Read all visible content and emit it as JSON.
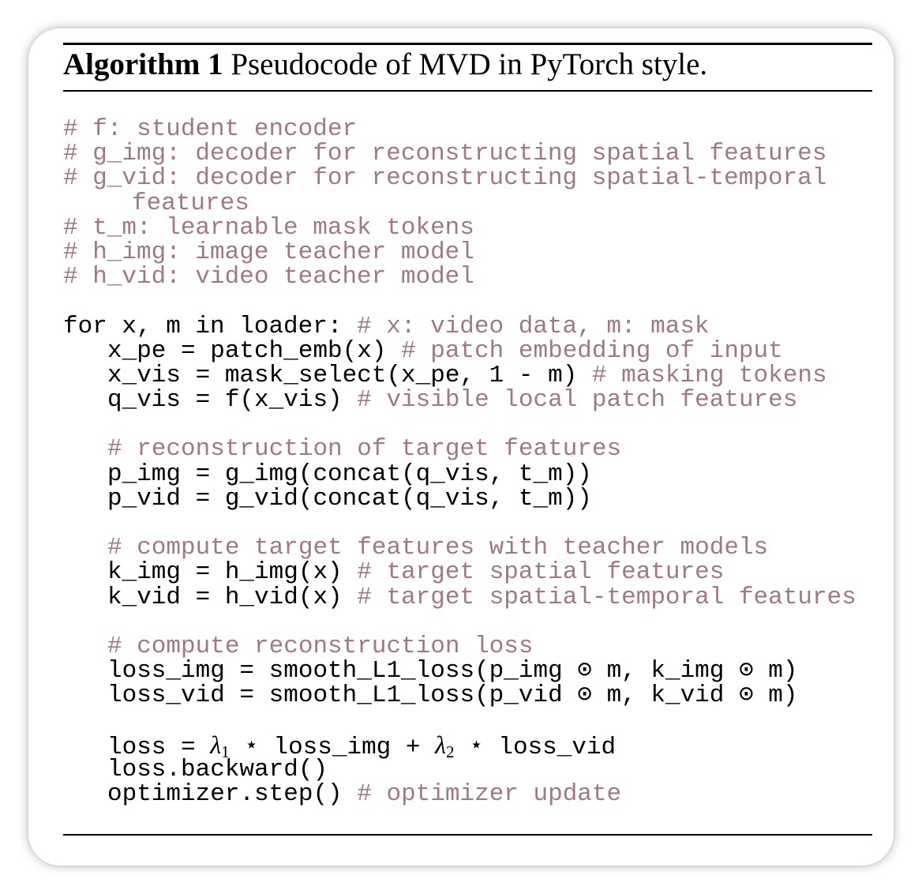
{
  "algorithm": {
    "label": "Algorithm 1",
    "caption": "Pseudocode of MVD in PyTorch style."
  },
  "code": {
    "c1": "# f: student encoder",
    "c2": "# g_img: decoder for reconstructing spatial features",
    "c3a": "# g_vid: decoder for reconstructing spatial-temporal",
    "c3b": "features",
    "c4": "# t_m: learnable mask tokens",
    "c5": "# h_img: image teacher model",
    "c6": "# h_vid: video teacher model",
    "loop_code": "for x, m in loader: ",
    "loop_comment": "# x: video data, m: mask",
    "pe_code": "x_pe = patch_emb(x) ",
    "pe_comment": "# patch embedding of input",
    "vis_code": "x_vis = mask_select(x_pe, 1 - m) ",
    "vis_comment": "# masking tokens",
    "q_code": "q_vis = f(x_vis) ",
    "q_comment": "# visible local patch features",
    "recon_comment": "# reconstruction of target features",
    "p_img": "p_img = g_img(concat(q_vis, t_m))",
    "p_vid": "p_vid = g_vid(concat(q_vis, t_m))",
    "teacher_comment": "# compute target features with teacher models",
    "k_img_code": "k_img = h_img(x) ",
    "k_img_comment": "# target spatial features",
    "k_vid_code": "k_vid = h_vid(x) ",
    "k_vid_comment": "# target spatial-temporal features",
    "loss_comment": "# compute reconstruction loss",
    "loss_img": "loss_img = smooth_L1_loss(p_img ⊙ m, k_img ⊙ m)",
    "loss_vid": "loss_vid = smooth_L1_loss(p_vid ⊙ m, k_vid ⊙ m)",
    "loss_a": "loss = ",
    "lambda": "λ",
    "sub1": "1",
    "loss_b": " ⋆ loss_img + ",
    "sub2": "2",
    "loss_c": " ⋆ loss_vid",
    "backward": "loss.backward()",
    "step_code": "optimizer.step() ",
    "step_comment": "# optimizer update"
  },
  "colors": {
    "comment": "#a07888",
    "text": "#000000"
  }
}
